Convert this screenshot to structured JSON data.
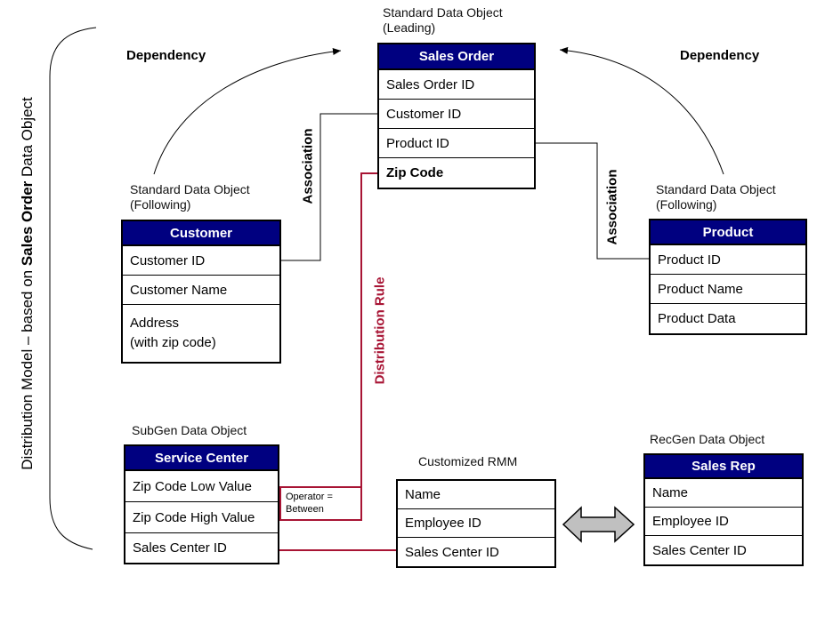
{
  "colors": {
    "header_bg": "#000080",
    "header_text": "#ffffff",
    "rule_red": "#A81434",
    "arrow_gray": "#C0C0C0"
  },
  "side_note": {
    "prefix": "Distribution Model – based on ",
    "bold": "Sales Order",
    "suffix": " Data Object"
  },
  "labels": {
    "leading_line1": "Standard Data Object",
    "leading_line2": "(Leading)",
    "dependency_left": "Dependency",
    "dependency_right": "Dependency",
    "association_left": "Association",
    "association_right": "Association",
    "following_left_line1": "Standard Data Object",
    "following_left_line2": "(Following)",
    "following_right_line1": "Standard Data Object",
    "following_right_line2": "(Following)",
    "distribution_rule": "Distribution Rule",
    "subgen": "SubGen Data Object",
    "recgen": "RecGen Data Object",
    "customized_rmm": "Customized RMM",
    "operator_line1": "Operator =",
    "operator_line2": "Between"
  },
  "tables": {
    "sales_order": {
      "title": "Sales Order",
      "rows": [
        "Sales Order ID",
        "Customer ID",
        "Product ID",
        "Zip Code"
      ]
    },
    "customer": {
      "title": "Customer",
      "rows": [
        "Customer ID",
        "Customer Name"
      ],
      "address_line1": "Address",
      "address_line2": "(with zip code)"
    },
    "product": {
      "title": "Product",
      "rows": [
        "Product ID",
        "Product Name",
        "Product Data"
      ]
    },
    "service_center": {
      "title": "Service Center",
      "rows": [
        "Zip Code Low Value",
        "Zip Code High Value",
        "Sales Center ID"
      ]
    },
    "customized_rmm": {
      "rows": [
        "Name",
        "Employee ID",
        "Sales Center ID"
      ]
    },
    "sales_rep": {
      "title": "Sales Rep",
      "rows": [
        "Name",
        "Employee ID",
        "Sales Center ID"
      ]
    }
  }
}
